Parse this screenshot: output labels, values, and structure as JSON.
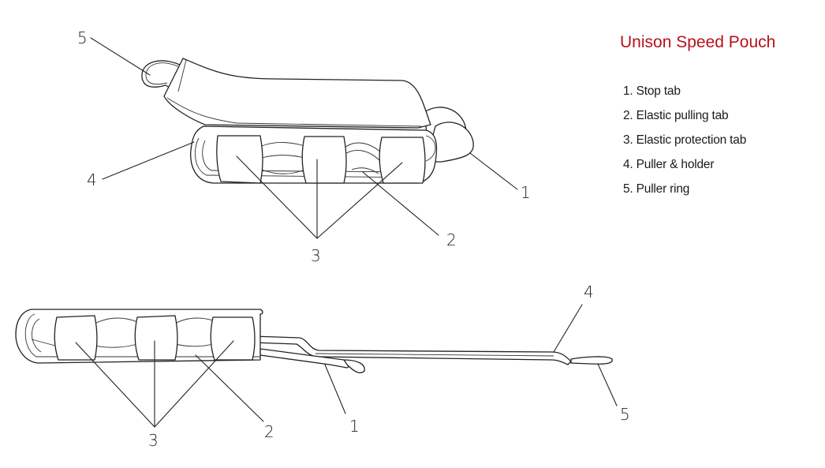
{
  "title": "Unison Speed Pouch",
  "title_color": "#b5121b",
  "legend": [
    {
      "num": "1",
      "label": "1. Stop tab"
    },
    {
      "num": "2",
      "label": "2. Elastic pulling tab"
    },
    {
      "num": "3",
      "label": "3. Elastic protection tab"
    },
    {
      "num": "4",
      "label": "4. Puller & holder"
    },
    {
      "num": "5",
      "label": "5. Puller ring"
    }
  ],
  "views": {
    "top": {
      "callouts": {
        "c5": "5",
        "c4": "4",
        "c1": "1",
        "c3": "3",
        "c2": "2"
      }
    },
    "bottom": {
      "callouts": {
        "c4": "4",
        "c5": "5",
        "c1": "1",
        "c3": "3",
        "c2": "2"
      }
    }
  }
}
